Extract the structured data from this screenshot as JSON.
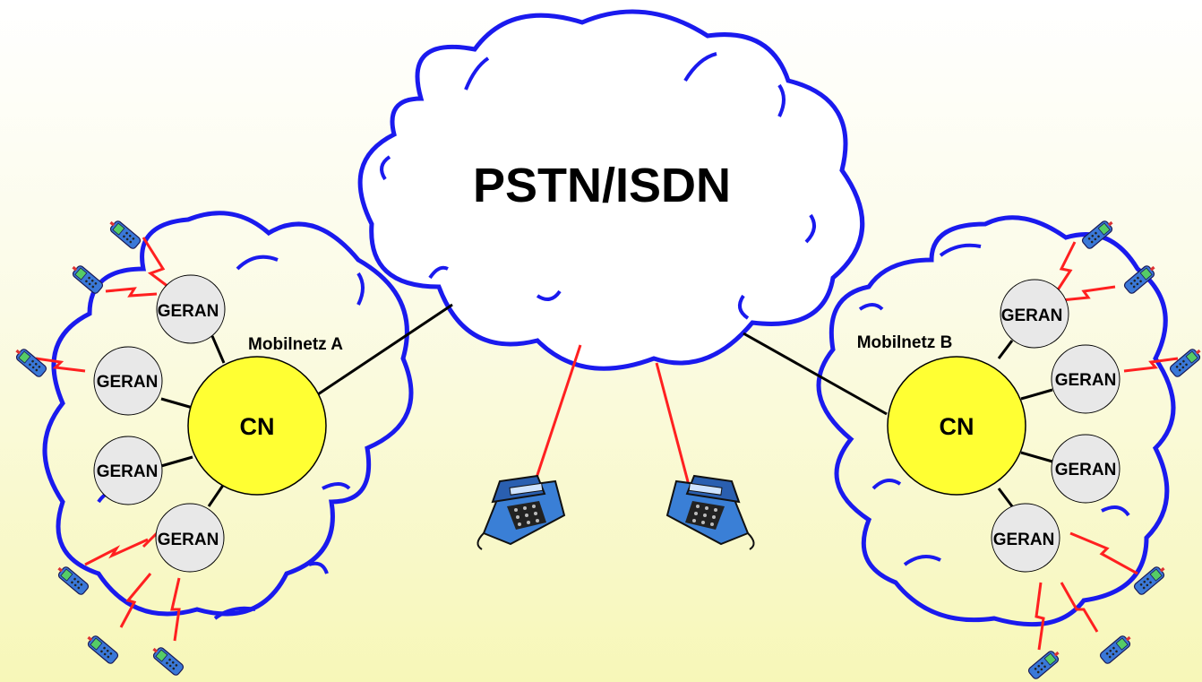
{
  "pstn": {
    "label": "PSTN/ISDN"
  },
  "network_a": {
    "label": "Mobilnetz A",
    "core": "CN",
    "ran_nodes": [
      "GERAN",
      "GERAN",
      "GERAN",
      "GERAN"
    ]
  },
  "network_b": {
    "label": "Mobilnetz B",
    "core": "CN",
    "ran_nodes": [
      "GERAN",
      "GERAN",
      "GERAN",
      "GERAN"
    ]
  },
  "colors": {
    "cloud_outline": "#1a1aee",
    "radio_link": "#ff2020",
    "core_fill": "#ffff33",
    "ran_fill": "#e8e8e8",
    "background": "#f7f7b8"
  }
}
